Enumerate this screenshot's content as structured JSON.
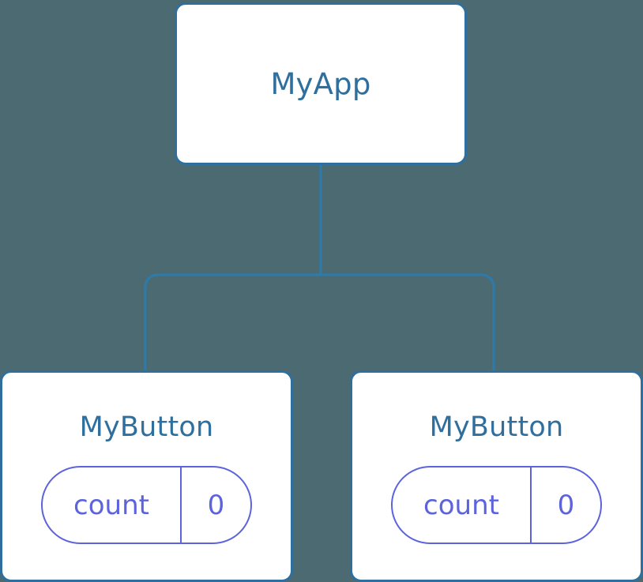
{
  "diagram": {
    "type": "component-tree",
    "background_color": "#4c6a72",
    "node_border_color": "#2e6f9e",
    "node_fill_color": "#ffffff",
    "node_title_color": "#2e6f9e",
    "edge_color": "#2e7aa8",
    "state_pill_color": "#5c63dc"
  },
  "nodes": {
    "root": {
      "title": "MyApp"
    },
    "child_left": {
      "title": "MyButton",
      "state": {
        "key": "count",
        "value": "0"
      }
    },
    "child_right": {
      "title": "MyButton",
      "state": {
        "key": "count",
        "value": "0"
      }
    }
  },
  "edges": [
    {
      "name": "root-to-branch",
      "from": "root",
      "to": "branch-bar"
    },
    {
      "name": "branch-to-child-left",
      "from": "branch-bar",
      "to": "child_left"
    },
    {
      "name": "branch-to-child-right",
      "from": "branch-bar",
      "to": "child_right"
    }
  ]
}
